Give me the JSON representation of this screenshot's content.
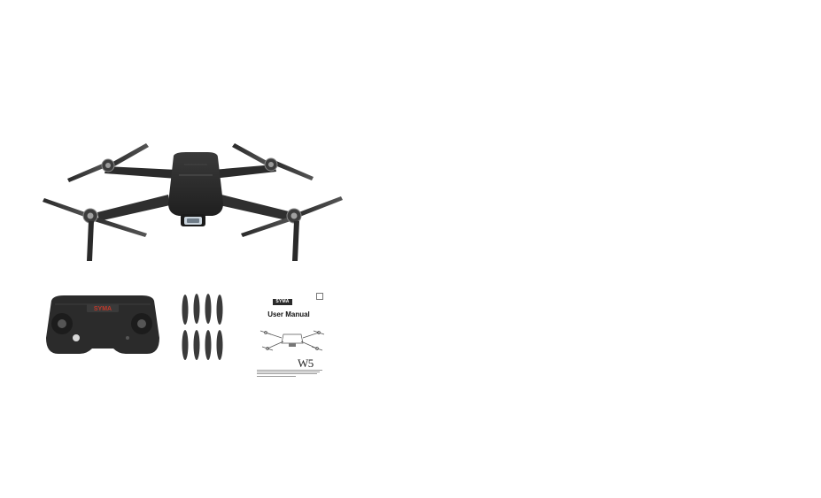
{
  "product": {
    "remote_brand": "SYMA",
    "manual": {
      "brand": "SYMA",
      "title": "User Manual",
      "model": "W5"
    }
  },
  "colors": {
    "body": "#2e2e2e",
    "body_light": "#4a4a4a",
    "brand_red": "#c0392b",
    "background": "#ffffff"
  }
}
